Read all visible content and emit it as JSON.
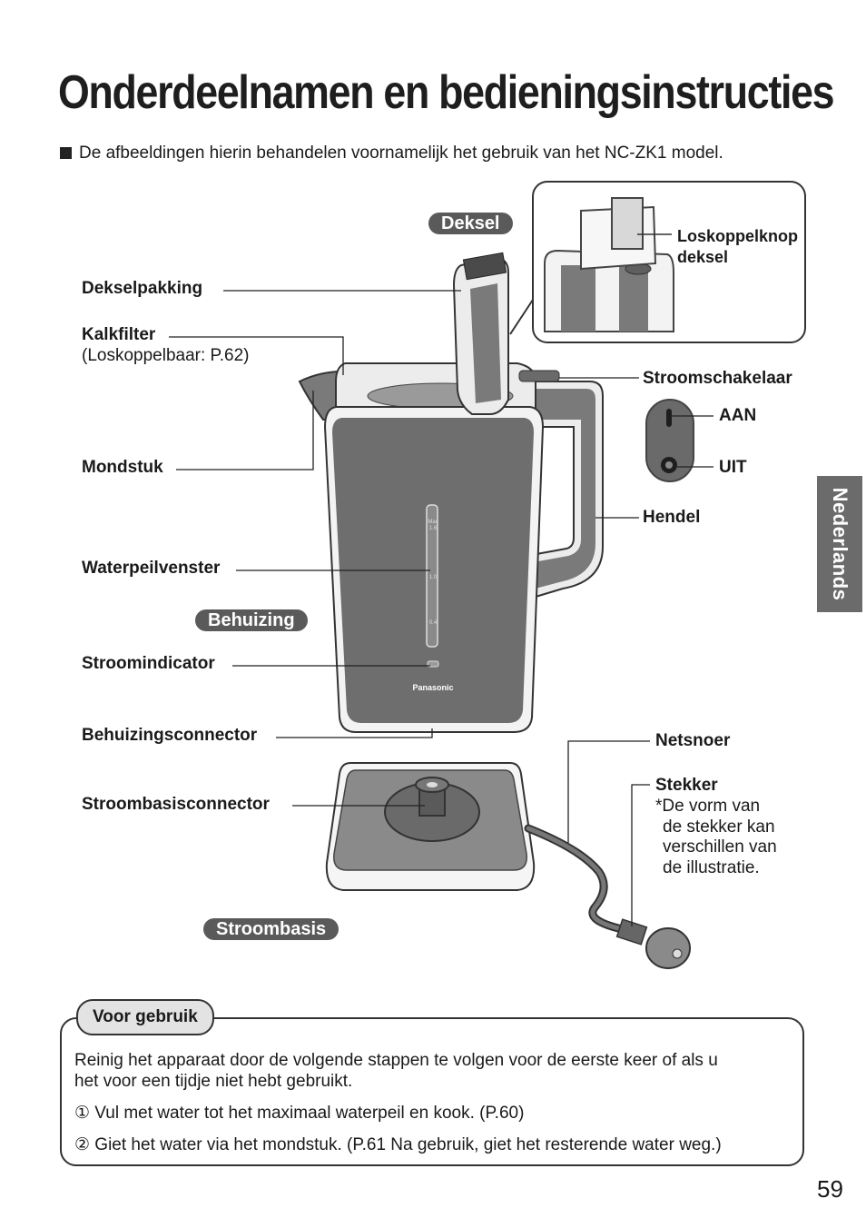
{
  "title": "Onderdeelnamen en bedieningsinstructies",
  "intro_note": "De afbeeldingen hierin behandelen voornamelijk het gebruik van het NC-ZK1 model.",
  "side_tab": "Nederlands",
  "section_labels": {
    "deksel": "Deksel",
    "behuizing": "Behuizing",
    "stroombasis": "Stroombasis"
  },
  "parts": {
    "dekselpakking": "Dekselpakking",
    "kalkfilter": "Kalkfilter",
    "kalkfilter_sub": "(Loskoppelbaar: P.62)",
    "mondstuk": "Mondstuk",
    "waterpeilvenster": "Waterpeilvenster",
    "stroomindicator": "Stroomindicator",
    "behuizingsconnector": "Behuizingsconnector",
    "stroombasisconnector": "Stroombasisconnector",
    "loskoppelknop_line1": "Loskoppelknop",
    "loskoppelknop_line2": "deksel",
    "stroomschakelaar": "Stroomschakelaar",
    "aan": "AAN",
    "uit": "UIT",
    "hendel": "Hendel",
    "netsnoer": "Netsnoer",
    "stekker": "Stekker",
    "stekker_note": [
      "*De vorm van",
      "de stekker kan",
      "verschillen van",
      "de illustratie."
    ]
  },
  "kettle_brand": "Panasonic",
  "gauge_marks": [
    "Max 1.6",
    "1.0",
    "0.4"
  ],
  "before_use": {
    "tab": "Voor gebruik",
    "intro_line1": "Reinig het apparaat door de volgende stappen te volgen voor de eerste keer of als u",
    "intro_line2": "het voor een tijdje niet hebt gebruikt.",
    "step1": "① Vul met water tot het maximaal waterpeil en kook. (P.60)",
    "step2": "② Giet het water via het mondstuk. (P.61 Na gebruik, giet het resterende water weg.)"
  },
  "page_number": "59",
  "colors": {
    "body_gray": "#6e6e6e",
    "pill_gray": "#5a5a5a",
    "tab_gray": "#6b6b6b",
    "box_tab_fill": "#e3e3e3"
  }
}
